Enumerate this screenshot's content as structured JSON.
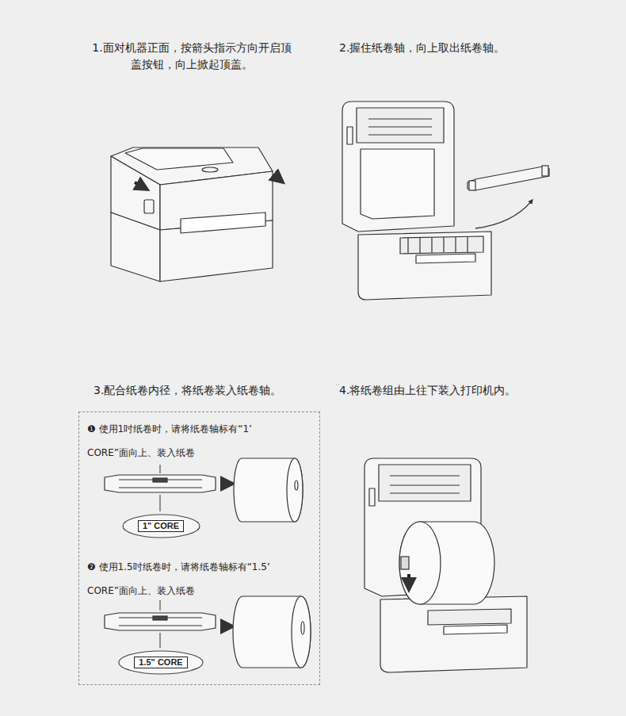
{
  "diagram": {
    "nodes": [
      {
        "text": [
          "❶ 使用1吋纸卷时，请将纸卷轴标有“1’ CORE”面向上、装入纸卷",
          "❷ 使用1.5吋纸卷时，请将纸卷轴标有“1.5’ CORE”面向上、装入纸卷"
        ]
      },
      {
        "text": [
          "1\" CORE"
        ],
        "in": 0
      },
      {
        "text": [
          "1.5\" CORE"
        ],
        "in": 0
      }
    ],
    "labels": [
      "1.面对机器正面，按箭头指示方向开启顶盖按钮，向上掀起顶盖。",
      "2.握住纸卷轴，向上取出纸卷轴。",
      "3.配合纸卷内径，将纸卷装入纸卷轴。",
      "4.将纸卷组由上往下装入打印机内。"
    ]
  }
}
